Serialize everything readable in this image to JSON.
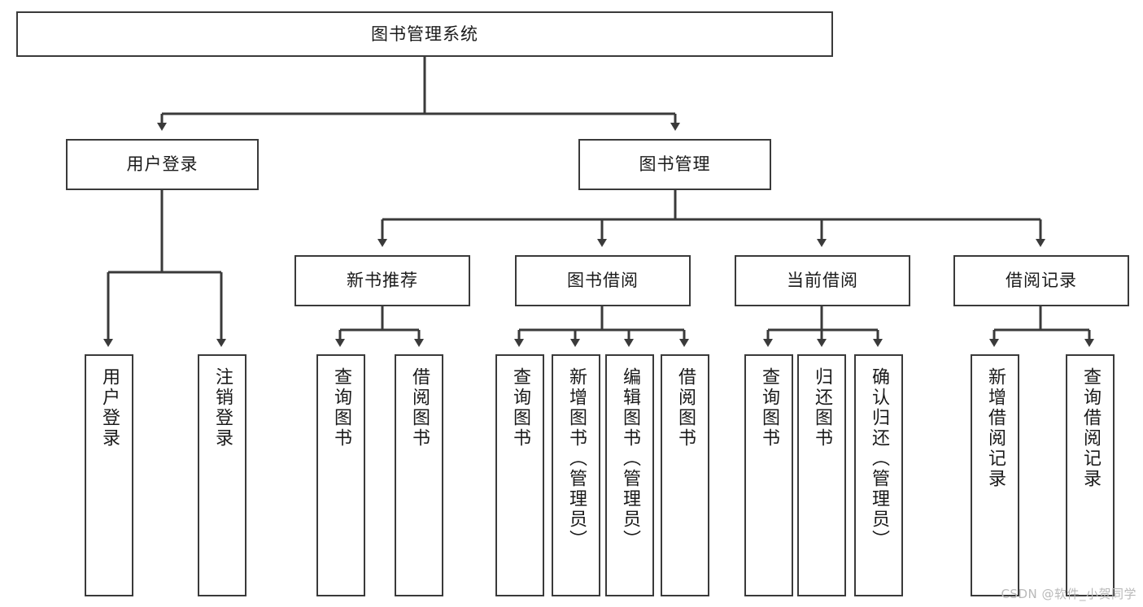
{
  "diagram": {
    "title": "图书管理系统",
    "root": {
      "label": "图书管理系统"
    },
    "level1": [
      {
        "label": "用户登录"
      },
      {
        "label": "图书管理"
      }
    ],
    "level2": [
      {
        "label": "新书推荐"
      },
      {
        "label": "图书借阅"
      },
      {
        "label": "当前借阅"
      },
      {
        "label": "借阅记录"
      }
    ],
    "leaves": {
      "user_login": [
        {
          "label": "用户登录"
        },
        {
          "label": "注销登录"
        }
      ],
      "new_book_recommend": [
        {
          "label": "查询图书"
        },
        {
          "label": "借阅图书"
        }
      ],
      "book_borrow": [
        {
          "label": "查询图书"
        },
        {
          "label": "新增图书（管理员）"
        },
        {
          "label": "编辑图书（管理员）"
        },
        {
          "label": "借阅图书"
        }
      ],
      "current_borrow": [
        {
          "label": "查询图书"
        },
        {
          "label": "归还图书"
        },
        {
          "label": "确认归还（管理员）"
        }
      ],
      "borrow_record": [
        {
          "label": "新增借阅记录"
        },
        {
          "label": "查询借阅记录"
        }
      ]
    }
  },
  "watermark": {
    "text": "CSDN @软件_小贺同学"
  },
  "colors": {
    "stroke": "#3a3a3a",
    "fill": "#ffffff",
    "text": "#1a1a1a",
    "watermark": "#b9b9b9"
  }
}
